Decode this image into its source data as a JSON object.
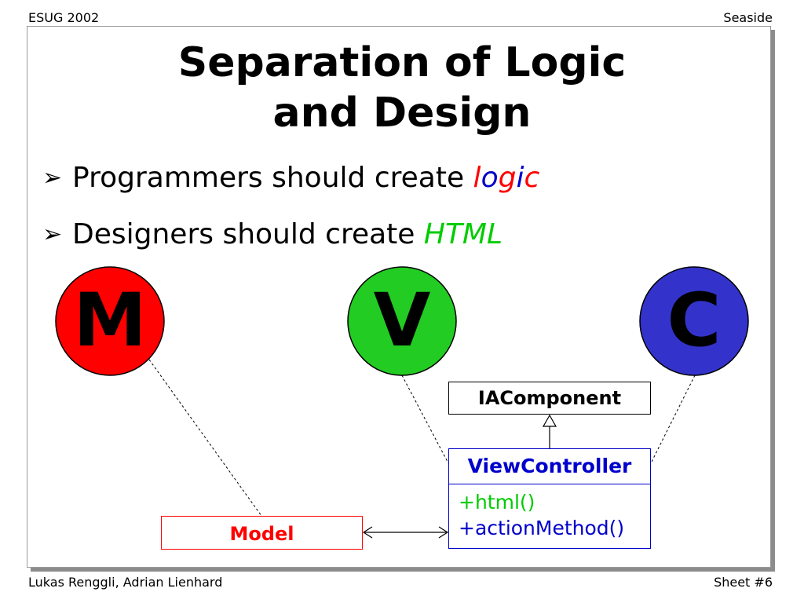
{
  "header": {
    "left": "ESUG 2002",
    "right": "Seaside"
  },
  "footer": {
    "left": "Lukas Renggli, Adrian Lienhard",
    "right": "Sheet #6"
  },
  "slide": {
    "title_line1": "Separation of Logic",
    "title_line2": "and Design",
    "bullet_glyph": "➢",
    "bullets": [
      {
        "prefix": "Programmers should create ",
        "keyword_letters": [
          "l",
          "o",
          "g",
          "i",
          "c"
        ]
      },
      {
        "prefix": "Designers should create ",
        "keyword": "HTML"
      }
    ]
  },
  "mvc": {
    "model_letter": "M",
    "view_letter": "V",
    "controller_letter": "C",
    "colors": {
      "model": "#ff0000",
      "view": "#22cc22",
      "controller": "#3333cc"
    }
  },
  "uml": {
    "interface_name": "IAComponent",
    "class_name": "ViewController",
    "methods": [
      "+html()",
      "+actionMethod()"
    ],
    "model_name": "Model"
  }
}
